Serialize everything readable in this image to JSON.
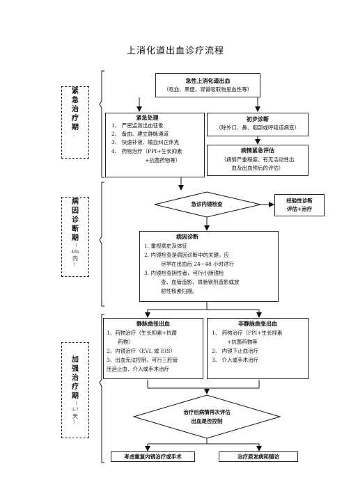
{
  "title": "上消化道出血诊疗流程",
  "phases": {
    "emergency": {
      "chars": [
        "紧",
        "急",
        "治",
        "疗",
        "期"
      ],
      "note": "、"
    },
    "diagnosis": {
      "chars": [
        "病",
        "因",
        "诊",
        "断",
        "期"
      ],
      "note1": "（",
      "note2": "48h",
      "note3": "内",
      "note4": "）"
    },
    "intensive": {
      "chars": [
        "加",
        "强",
        "治",
        "疗",
        "期"
      ],
      "note1": "（",
      "note2": "3-7",
      "note3": "天",
      "note4": "）"
    }
  },
  "start": {
    "title": "急性上消化道出血",
    "subtitle": "（呕血、黑便、胃管吸取物呈血性等）"
  },
  "emergency_treatment": {
    "title": "紧急处理",
    "items": [
      "1、  严密监测出血征象",
      "2、  备血、建立静脉通道",
      "3、  快速补液、输血纠正休克",
      "4、  药物治疗（PPI+生长抑素",
      "+抗菌药物等）"
    ]
  },
  "initial_diagnosis": {
    "title": "初步诊断",
    "subtitle": "（除外口、鼻、咽部或呼吸道病变）"
  },
  "risk_assessment": {
    "title": "病情紧急评估",
    "lines": [
      "（病情严重程度、有无活动性出",
      "血及出血预后的评估）"
    ]
  },
  "endoscopy": {
    "label": "急诊内镜检查"
  },
  "empiric": {
    "lines": [
      "经验性诊断",
      "评估+治疗"
    ]
  },
  "etiology": {
    "title": "病因诊断",
    "items": [
      "1.     重视病史及体征",
      "2.     内镜检查是病因诊断中的关键，应",
      "尽早在出血后  24~48  小时进行",
      "3.     内镜检查阴性者，可行小肠镜检",
      "查、血管造影、胃肠钡剂造影或放",
      "射性核素扫描。"
    ]
  },
  "variceal": {
    "title": "静脉曲张出血",
    "items": [
      "1、药物治疗（生长抑素+抗菌",
      "药物）",
      "2、内镜治疗（EVL 或 EIS）",
      "3、出血无法控制，可行三腔管",
      "压迫止血、介入或手术治疗"
    ]
  },
  "nonvariceal": {
    "title": "非静脉曲张出血",
    "items": [
      "1、  药物治疗（PPI+生长抑素",
      "+抗菌药物等",
      "2、  内镜下止血治疗",
      "3、  介入或手术治疗"
    ]
  },
  "reassess": {
    "lines": [
      "治疗后病情再次评估",
      "出血是否控制"
    ]
  },
  "outcome_left": {
    "label": "考虑重复内镜治疗或手术"
  },
  "outcome_right": {
    "label": "治疗原发病和随访"
  }
}
